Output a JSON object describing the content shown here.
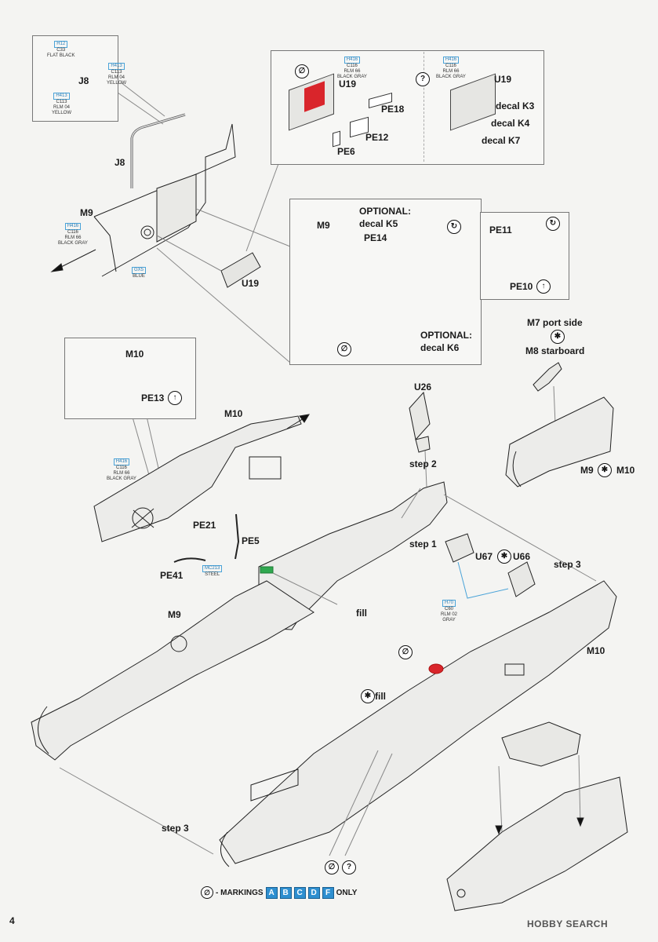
{
  "page_number": "4",
  "watermark": "HOBBY SEARCH",
  "markings_bar": {
    "prefix": "- MARKINGS",
    "letters": [
      "A",
      "B",
      "C",
      "D",
      "F"
    ],
    "suffix": "ONLY"
  },
  "labels": {
    "J8_top": "J8",
    "J8_main": "J8",
    "M9_top": "M9",
    "U19_main": "U19",
    "U19_boxA": "U19",
    "PE18": "PE18",
    "PE12": "PE12",
    "PE6": "PE6",
    "U19_boxB": "U19",
    "decal_K3": "decal K3",
    "decal_K4": "decal K4",
    "decal_K7": "decal K7",
    "M9_inset": "M9",
    "optional_1": "OPTIONAL:",
    "decal_K5": "decal K5",
    "PE14": "PE14",
    "optional_2": "OPTIONAL:",
    "decal_K6": "decal K6",
    "PE11": "PE11",
    "PE10": "PE10",
    "M7_port": "M7 port side",
    "M8_starboard": "M8 starboard",
    "M9_M10": "M9",
    "M10_join": "M10",
    "M10_inset": "M10",
    "PE13": "PE13",
    "M10_mid": "M10",
    "U26": "U26",
    "step2": "step 2",
    "PE21": "PE21",
    "PE5": "PE5",
    "step1": "step 1",
    "U67": "U67",
    "U66": "U66",
    "step3_right": "step 3",
    "PE41": "PE41",
    "fill_top": "fill",
    "M9_lower": "M9",
    "M10_lower": "M10",
    "fill_mid": "fill",
    "step3_left": "step 3"
  },
  "paints": {
    "flat_black": {
      "code": "H12",
      "c": "C33",
      "name": "FLAT BLACK"
    },
    "yellow_a": {
      "code": "H413",
      "c": "C113",
      "rlm": "RLM 04",
      "name": "YELLOW"
    },
    "yellow_b": {
      "code": "H413",
      "c": "C113",
      "rlm": "RLM 04",
      "name": "YELLOW"
    },
    "black_gray_a": {
      "code": "H416",
      "c": "C116",
      "rlm": "RLM 66",
      "name": "BLACK GRAY"
    },
    "black_gray_b": {
      "code": "H416",
      "c": "C116",
      "rlm": "RLM 66",
      "name": "BLACK GRAY"
    },
    "black_gray_c": {
      "code": "H416",
      "c": "C116",
      "rlm": "RLM 66",
      "name": "BLACK GRAY"
    },
    "black_gray_d": {
      "code": "H416",
      "c": "C116",
      "rlm": "RLM 66",
      "name": "BLACK GRAY"
    },
    "blue": {
      "code": "GX5",
      "name": "BLUE"
    },
    "steel": {
      "code": "MC213",
      "name": "STEEL"
    },
    "gray": {
      "code": "H70",
      "c": "C60",
      "rlm": "RLM 02",
      "name": "GRAY"
    }
  },
  "colors": {
    "accent_red": "#d9252b",
    "accent_green": "#2fa84f",
    "paint_code_blue": "#2b7fb8",
    "marking_blue": "#2e8fd0"
  }
}
